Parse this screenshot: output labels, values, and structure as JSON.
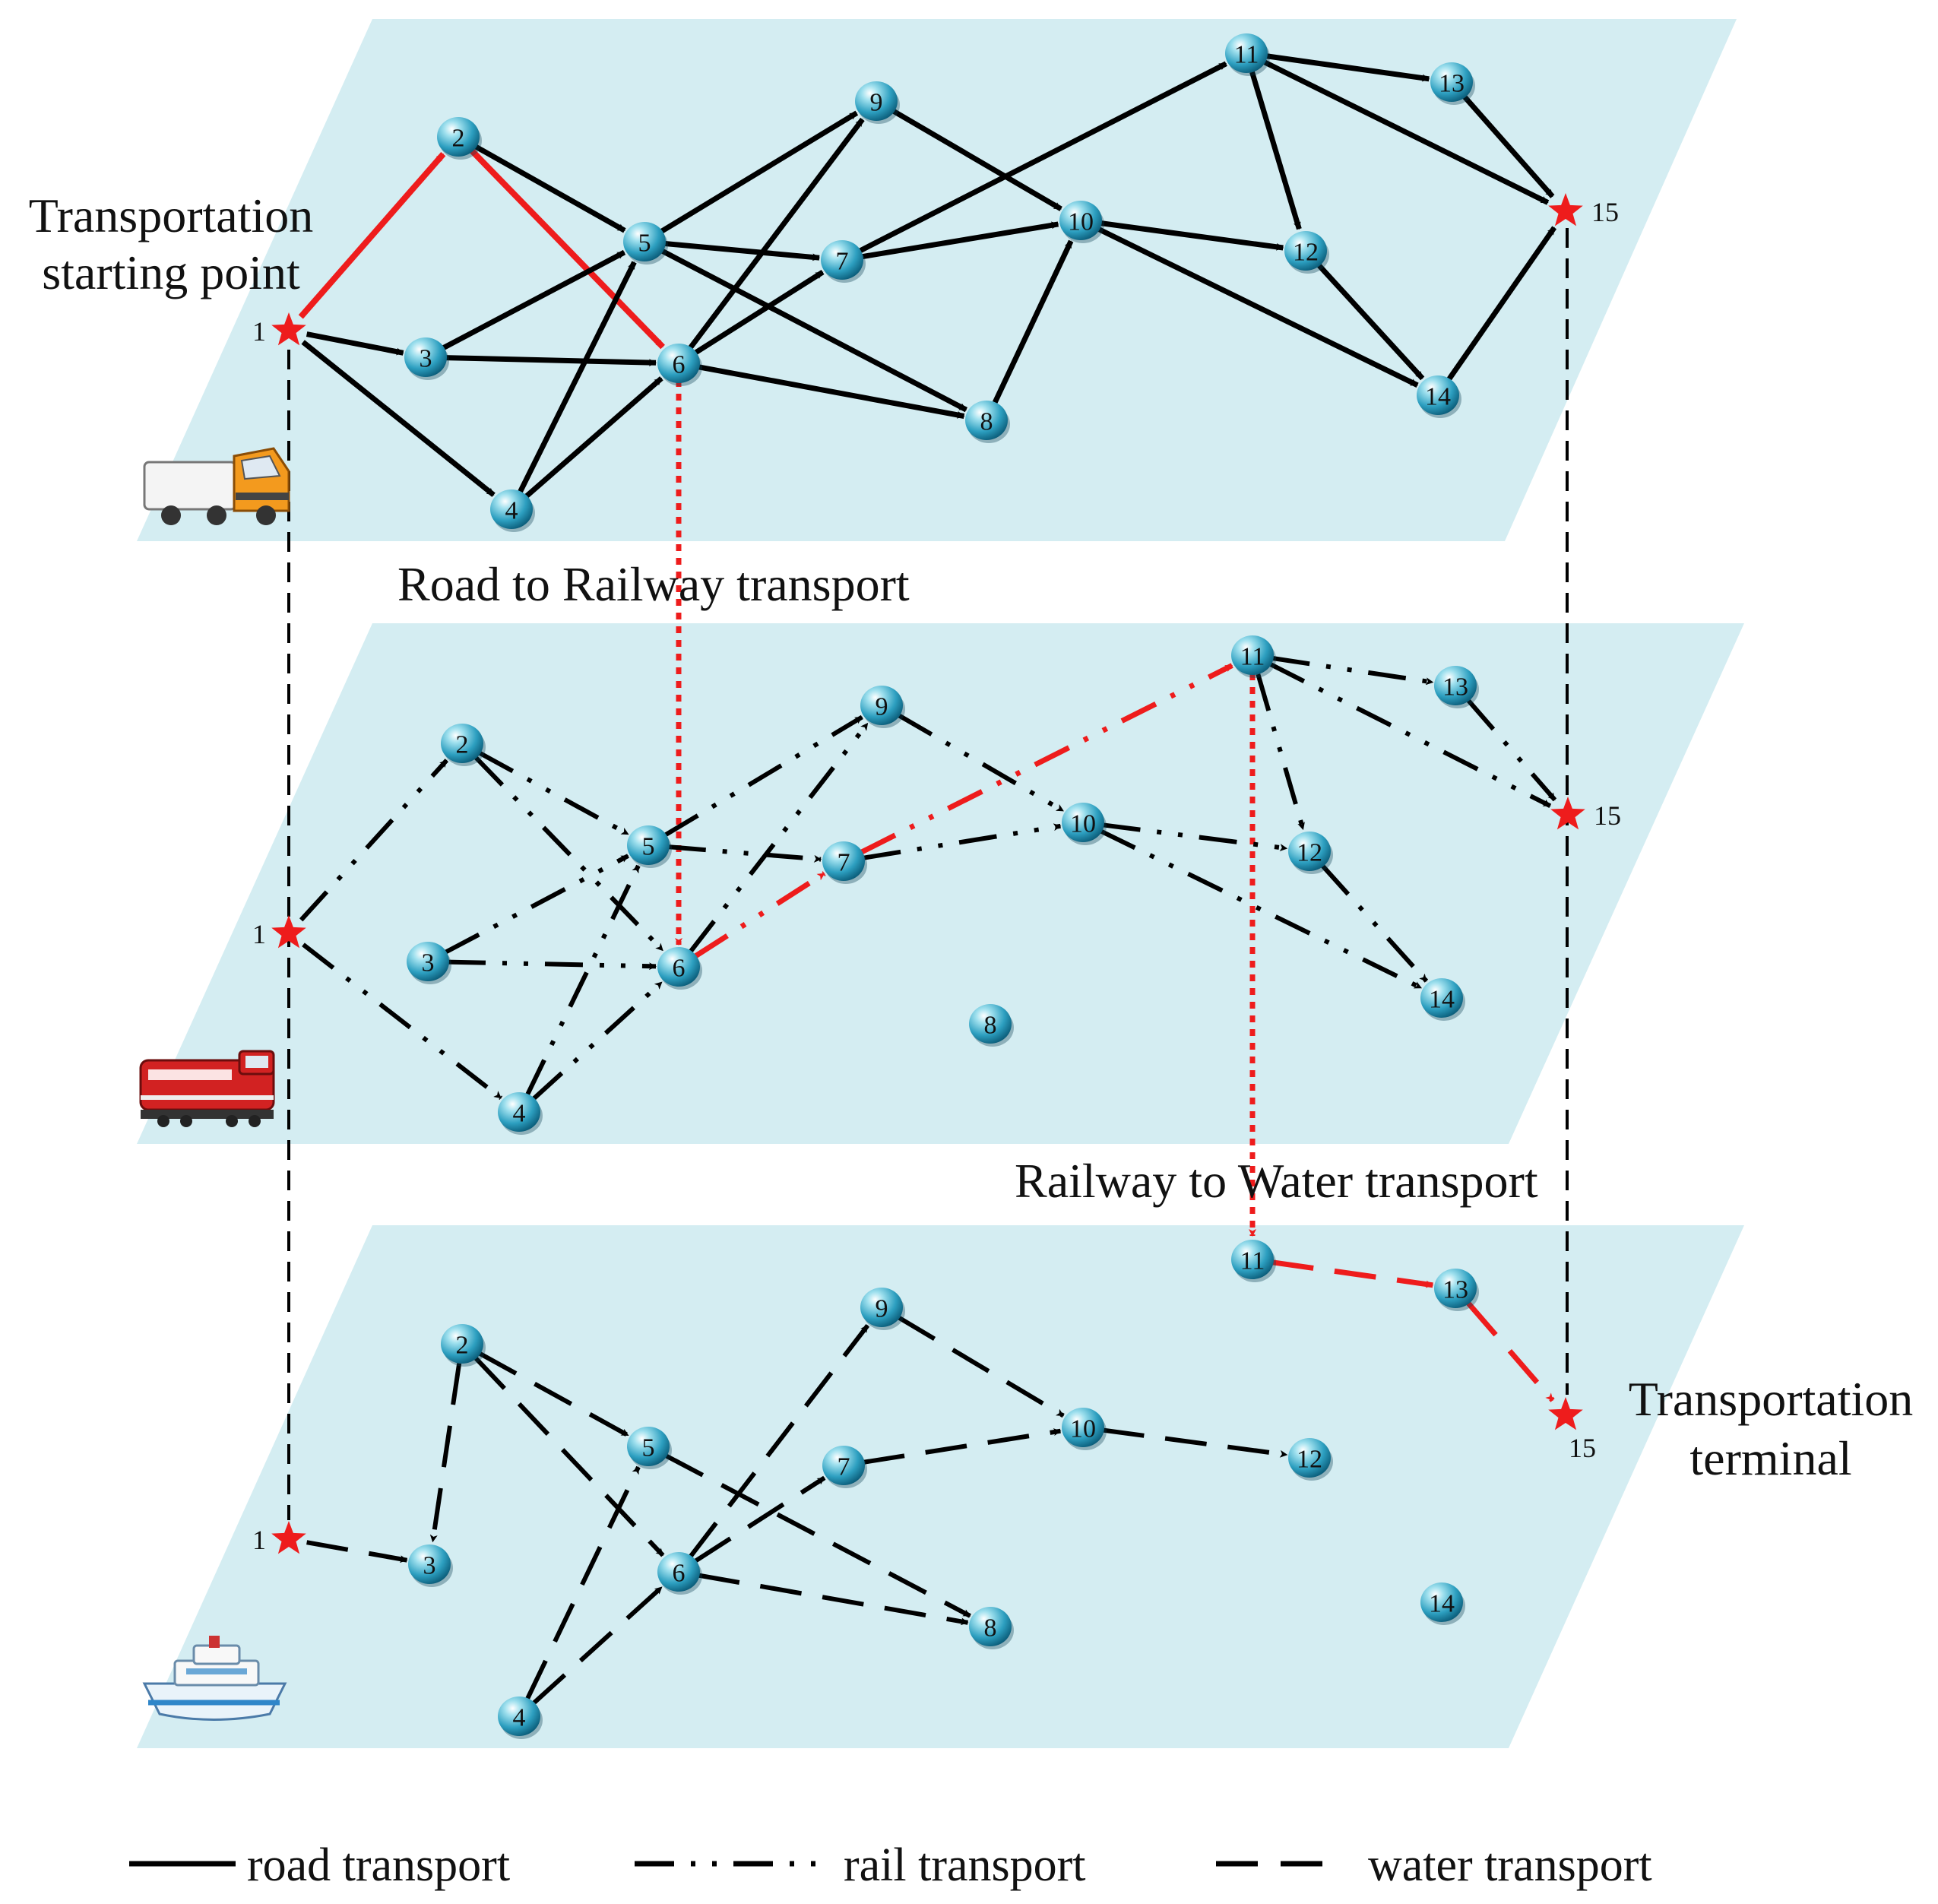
{
  "labels": {
    "start_line1": "Transportation",
    "start_line2": "starting point",
    "road_to_rail": "Road to Railway transport",
    "rail_to_water": "Railway to Water transport",
    "terminal_line1": "Transportation",
    "terminal_line2": "terminal"
  },
  "legend": {
    "road": "road transport",
    "rail": "rail transport",
    "water": "water transport"
  },
  "icons": {
    "road": "truck-icon",
    "rail": "train-icon",
    "water": "ship-icon"
  },
  "colors": {
    "plane": "#d4edf2",
    "highlight": "#ee1c1c",
    "arrow": "#000000",
    "node": "#3aa6c4"
  },
  "layers": [
    {
      "mode": "road",
      "highlight_path": [
        "1",
        "2",
        "6"
      ]
    },
    {
      "mode": "rail",
      "highlight_path": [
        "6",
        "7",
        "11"
      ]
    },
    {
      "mode": "water",
      "highlight_path": [
        "11",
        "13",
        "15"
      ]
    }
  ],
  "nodes": [
    "1",
    "2",
    "3",
    "4",
    "5",
    "6",
    "7",
    "8",
    "9",
    "10",
    "11",
    "12",
    "13",
    "14",
    "15"
  ]
}
